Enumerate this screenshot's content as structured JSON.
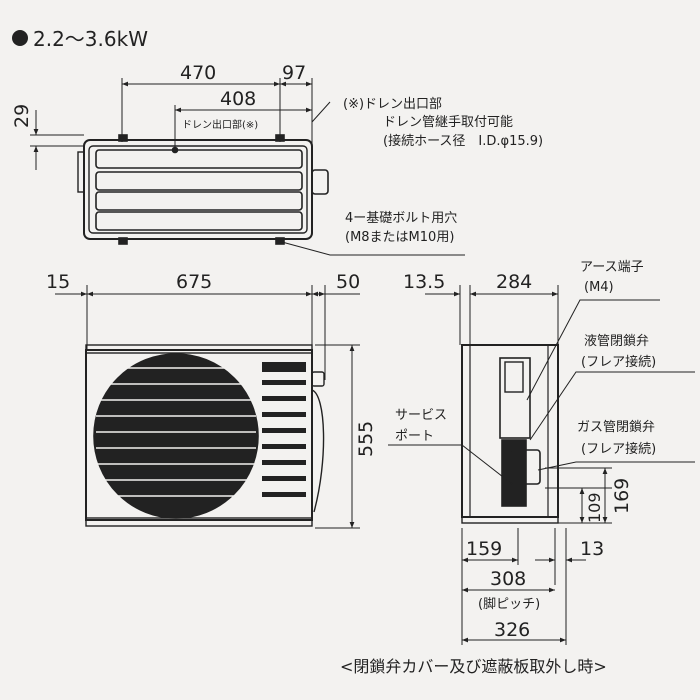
{
  "header": {
    "title": "2.2～3.6kW"
  },
  "top_view": {
    "dim_overall": "470",
    "dim_right": "97",
    "dim_inner": "408",
    "dim_left": "29",
    "drain_label": "ドレン出口部(※)",
    "drain_note": [
      "(※)ドレン出口部",
      "ドレン管継手取付可能",
      "(接続ホース径　I.D.φ15.9)"
    ],
    "bolt_note": [
      "4ー基礎ボルト用穴",
      "(M8またはM10用)"
    ]
  },
  "front_view": {
    "dim_left": "15",
    "dim_width": "675",
    "dim_right": "50",
    "dim_height": "555"
  },
  "side_view": {
    "dim_left": "13.5",
    "dim_depth": "284",
    "earth_label": [
      "アース端子",
      "(M4)"
    ],
    "liquid_valve_label": [
      "液管閉鎖弁",
      "(フレア接続)"
    ],
    "gas_valve_label": [
      "ガス管閉鎖弁",
      "(フレア接続)"
    ],
    "service_port_label": [
      "サービス",
      "ポート"
    ],
    "dim_169": "169",
    "dim_109": "109",
    "dim_159": "159",
    "dim_13": "13",
    "dim_308": "308",
    "pitch_label": "(脚ピッチ)",
    "dim_326": "326",
    "footnote": "<閉鎖弁カバー及び遮蔽板取外し時>"
  }
}
